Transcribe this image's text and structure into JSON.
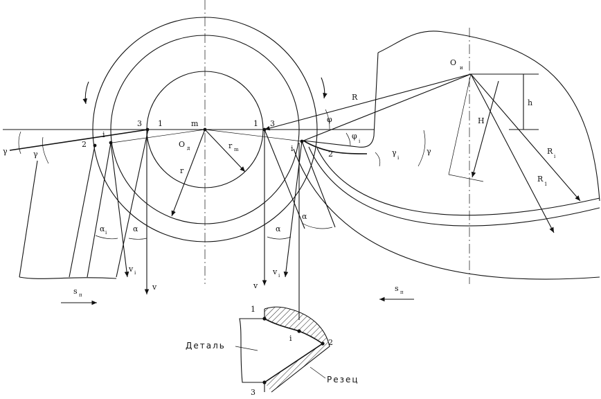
{
  "points": {
    "p2_left": "2",
    "pi_left": "i",
    "p3_left": "3",
    "p1_left": "1",
    "pm": "m",
    "p1_right": "1",
    "p3_right": "3",
    "pi_right": "i",
    "p2_right": "2"
  },
  "centers": {
    "o_part": "O",
    "o_part_sub": "д",
    "o_tool": "O",
    "o_tool_sub": "и"
  },
  "dims": {
    "r": "r",
    "rm": "r",
    "rm_sub": "m",
    "R": "R",
    "Ri": "R",
    "Ri_sub": "i",
    "R1": "R",
    "R1_sub": "1",
    "h": "h",
    "H": "H"
  },
  "angles": {
    "gamma": "γ",
    "gamma_i": "γ",
    "gamma_i_sub": "i",
    "alpha": "α",
    "alpha_i": "α",
    "alpha_i_sub": "i",
    "phi": "φ",
    "phi_i": "φ",
    "phi_i_sub": "i"
  },
  "velocities": {
    "v": "v",
    "vi": "v",
    "vi_sub": "i",
    "s": "s",
    "s_sub": "п"
  },
  "inset": {
    "part_label": "Деталь",
    "tool_label": "Резец",
    "n1": "1",
    "ni": "i",
    "n2": "2",
    "n3": "3"
  }
}
